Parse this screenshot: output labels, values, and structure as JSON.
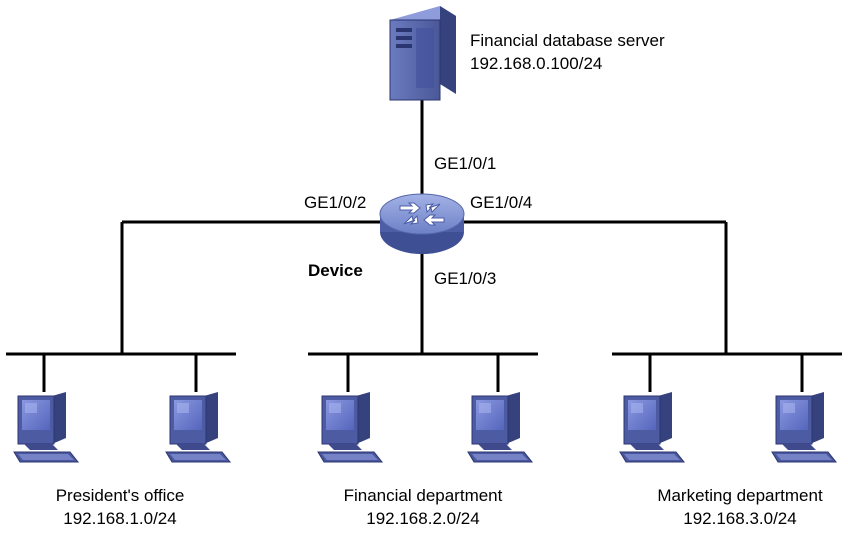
{
  "server": {
    "name": "Financial database server",
    "ip": "192.168.0.100/24"
  },
  "device": {
    "name": "Device",
    "ports": {
      "p1": "GE1/0/1",
      "p2": "GE1/0/2",
      "p3": "GE1/0/3",
      "p4": "GE1/0/4"
    }
  },
  "groups": [
    {
      "name": "President's office",
      "subnet": "192.168.1.0/24"
    },
    {
      "name": "Financial department",
      "subnet": "192.168.2.0/24"
    },
    {
      "name": "Marketing department",
      "subnet": "192.168.3.0/24"
    }
  ],
  "colors": {
    "switch_body": "#5b6fb6",
    "switch_top": "#8193d0",
    "server_front": "#5a6aac",
    "server_side": "#3c4a8a",
    "pc_screen": "#6f7fd0",
    "pc_body": "#4c5aa0"
  }
}
